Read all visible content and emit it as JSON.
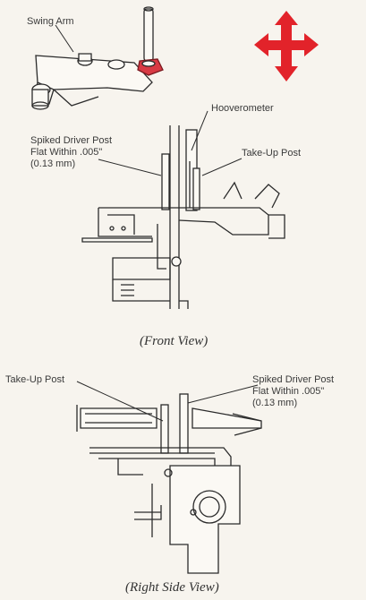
{
  "top": {
    "swing_arm_label": "Swing Arm"
  },
  "arrow_badge": {
    "text": "",
    "color": "#e2232a"
  },
  "front": {
    "hooverometer_label": "Hooverometer",
    "spiked_driver_post_label": [
      "Spiked Driver Post",
      "Flat Within .005\"",
      "(0.13 mm)"
    ],
    "take_up_post_label": "Take-Up Post",
    "caption": "(Front View)"
  },
  "side": {
    "take_up_post_label": "Take-Up Post",
    "spiked_driver_post_label": [
      "Spiked Driver Post",
      "Flat Within .005\"",
      "(0.13 mm)"
    ],
    "caption": "(Right Side View)"
  }
}
